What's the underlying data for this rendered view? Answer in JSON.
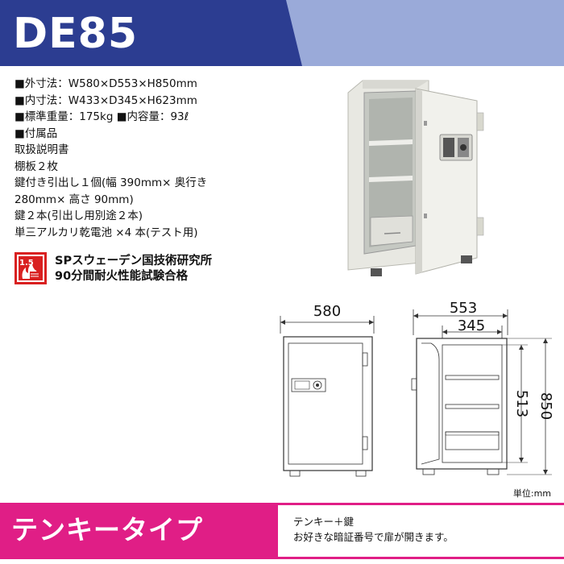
{
  "header": {
    "model": "DE85",
    "colors": {
      "primary": "#2c3d91",
      "secondary": "#9aaad9"
    }
  },
  "specs": [
    "■外寸法：W580×D553×H850mm",
    "■内寸法：W433×D345×H623mm",
    "■標準重量：175kg ■内容量：93ℓ",
    "■付属品",
    "取扱説明書",
    "棚板２枚",
    "鍵付き引出し１個(幅 390mm× 奥行き",
    "280mm× 高さ 90mm)",
    "鍵２本(引出し用別途２本)",
    "単三アルカリ乾電池 ×4 本(テスト用)"
  ],
  "certification": {
    "badge_text": "1.5",
    "line1": "SPスウェーデン国技術研究所",
    "line2": "90分間耐火性能試験合格"
  },
  "diagram": {
    "front_width": "580",
    "side_depth": "553",
    "inner_depth": "345",
    "inner_height": "513",
    "total_height": "850",
    "unit_label": "単位:mm"
  },
  "footer": {
    "type_label": "テンキータイプ",
    "desc_line1": "テンキー＋鍵",
    "desc_line2": "お好きな暗証番号で扉が開きます。",
    "accent_color": "#e01e86"
  }
}
